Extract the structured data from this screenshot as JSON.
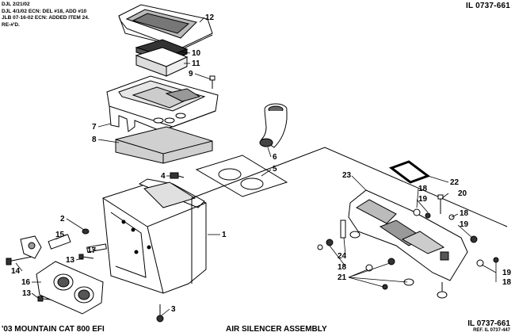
{
  "header_notes": [
    "DJL 2/21/02",
    "DJL 4/1/02 ECN: DEL #18, ADD #10",
    "JLB 07-16-02 ECN: ADDED ITEM 24.",
    "RE-#'D."
  ],
  "illustration_number": "IL 0737-661",
  "footer": {
    "model": "'03 MOUNTAIN CAT 800 EFI",
    "assembly_title": "AIR SILENCER ASSEMBLY",
    "illustration_number": "IL 0737-661",
    "reference": "REF. IL 0737-447"
  },
  "callouts": {
    "c12": "12",
    "c10": "10",
    "c11": "11",
    "c9": "9",
    "c7": "7",
    "c8": "8",
    "c6": "6",
    "c5": "5",
    "c4": "4",
    "c1": "1",
    "c2": "2",
    "c15": "15",
    "c17": "17",
    "c13a": "13",
    "c14": "14",
    "c16": "16",
    "c13b": "13",
    "c3": "3",
    "c23": "23",
    "c22": "22",
    "c18a": "18",
    "c19a": "19",
    "c20": "20",
    "c18b": "18",
    "c19b": "19",
    "c24": "24",
    "c18c": "18",
    "c21": "21",
    "c19c": "19",
    "c18d": "18"
  }
}
